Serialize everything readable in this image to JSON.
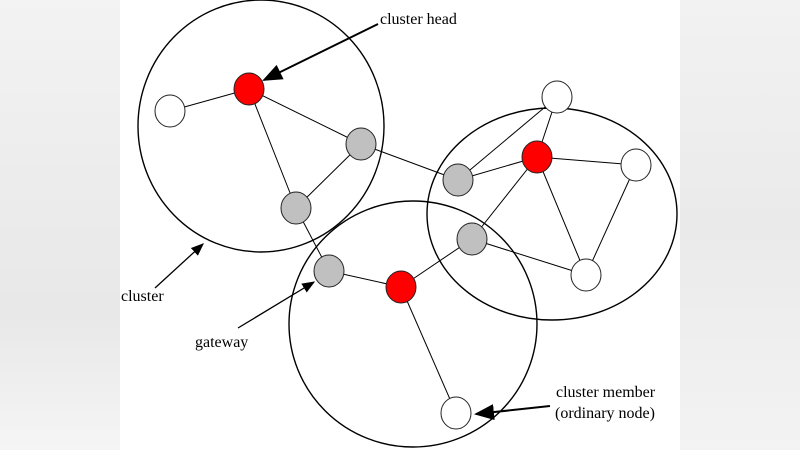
{
  "labels": {
    "cluster_head": "cluster head",
    "cluster": "cluster",
    "gateway": "gateway",
    "cluster_member_line1": "cluster member",
    "cluster_member_line2": "(ordinary node)"
  },
  "colors": {
    "cluster_head": "#ff0000",
    "gateway": "#c0c0c0",
    "member": "#ffffff"
  },
  "nodes": [
    {
      "id": "ch1",
      "role": "cluster_head"
    },
    {
      "id": "m1",
      "role": "member"
    },
    {
      "id": "g1",
      "role": "gateway"
    },
    {
      "id": "g2",
      "role": "gateway"
    },
    {
      "id": "g3",
      "role": "gateway"
    },
    {
      "id": "ch2",
      "role": "cluster_head"
    },
    {
      "id": "m2",
      "role": "member"
    },
    {
      "id": "m3",
      "role": "member"
    },
    {
      "id": "g4",
      "role": "gateway"
    },
    {
      "id": "m4",
      "role": "member"
    },
    {
      "id": "g5",
      "role": "gateway"
    },
    {
      "id": "ch3",
      "role": "cluster_head"
    },
    {
      "id": "m5",
      "role": "member"
    }
  ],
  "edges": [
    [
      "m1",
      "ch1"
    ],
    [
      "ch1",
      "g1"
    ],
    [
      "ch1",
      "g2"
    ],
    [
      "g1",
      "g2"
    ],
    [
      "g1",
      "g3"
    ],
    [
      "g3",
      "ch2"
    ],
    [
      "g3",
      "m2"
    ],
    [
      "ch2",
      "m2"
    ],
    [
      "ch2",
      "m3"
    ],
    [
      "ch2",
      "g4"
    ],
    [
      "ch2",
      "m4"
    ],
    [
      "m3",
      "m4"
    ],
    [
      "g4",
      "m4"
    ],
    [
      "g4",
      "ch3"
    ],
    [
      "ch3",
      "g5"
    ],
    [
      "g5",
      "g2"
    ],
    [
      "ch3",
      "m5"
    ]
  ]
}
